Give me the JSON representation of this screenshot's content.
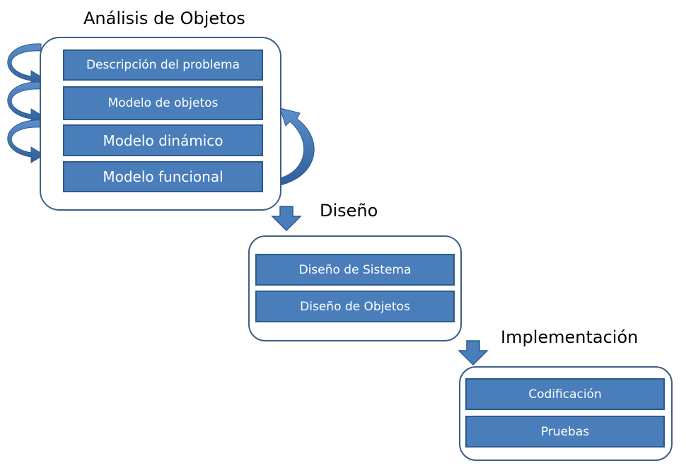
{
  "stages": [
    {
      "title": "Análisis de Objetos",
      "items": [
        "Descripción del problema",
        "Modelo de objetos",
        "Modelo dinámico",
        "Modelo funcional"
      ]
    },
    {
      "title": "Diseño",
      "items": [
        "Diseño de Sistema",
        "Diseño de Objetos"
      ]
    },
    {
      "title": "Implementación",
      "items": [
        "Codificación",
        "Pruebas"
      ]
    }
  ],
  "colors": {
    "box_fill": "#4a7ebb",
    "box_border": "#2c5a8f",
    "panel_border": "#3f5f87",
    "arrow_fill": "#4a7ebb"
  }
}
